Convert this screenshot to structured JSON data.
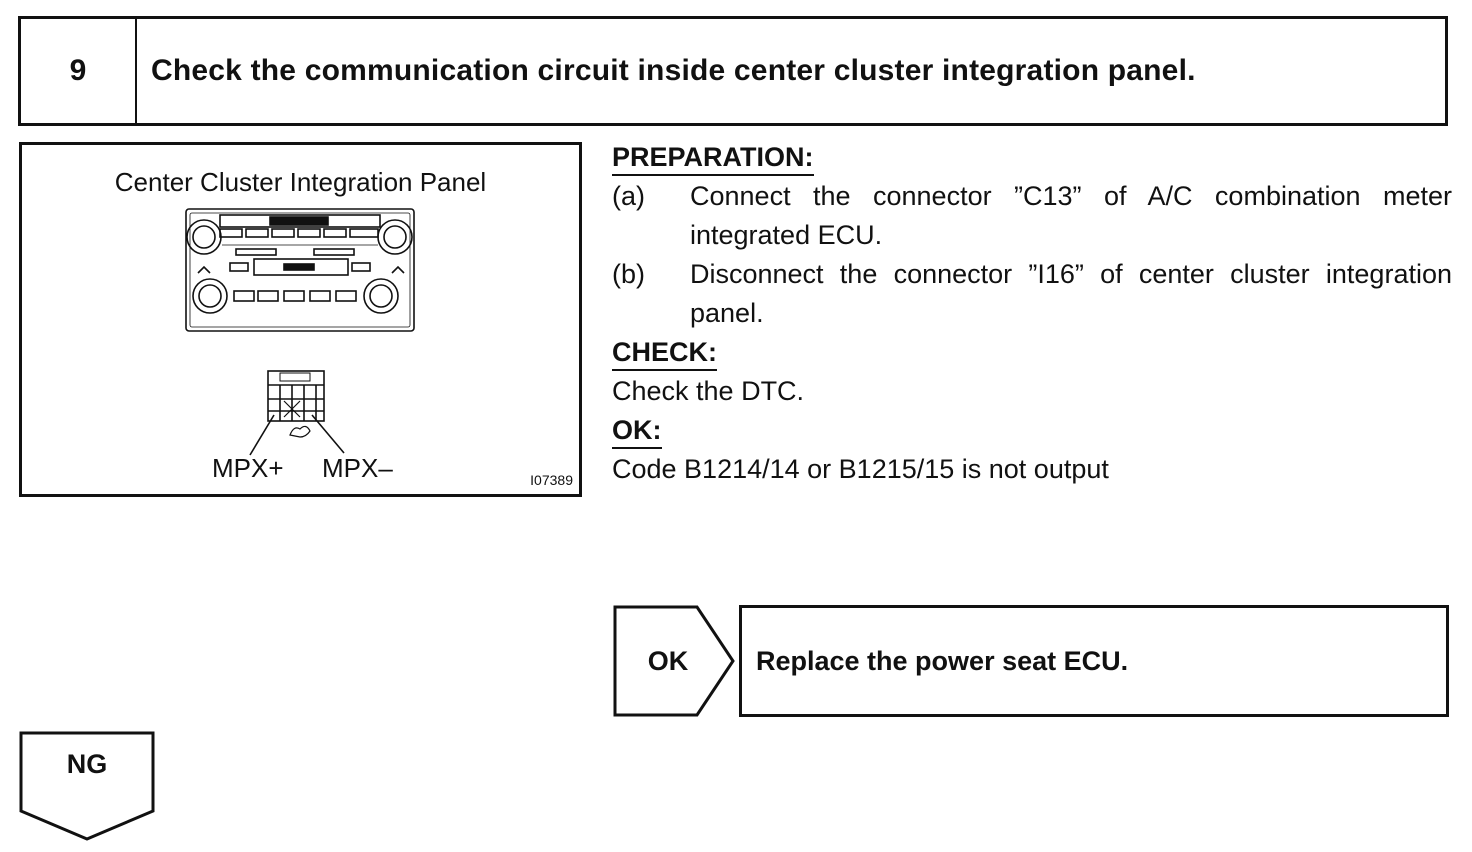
{
  "step": {
    "number": "9",
    "title": "Check the communication circuit inside center cluster integration panel."
  },
  "figure": {
    "caption": "Center Cluster Integration Panel",
    "label_plus": "MPX+",
    "label_minus": "MPX–",
    "code": "I07389"
  },
  "preparation": {
    "heading": "PREPARATION:",
    "items": [
      {
        "key": "(a)",
        "text": "Connect the connector ”C13” of A/C combination meter integrated ECU."
      },
      {
        "key": "(b)",
        "text": "Disconnect the connector ”I16” of center cluster integration panel."
      }
    ]
  },
  "check": {
    "heading": "CHECK:",
    "text": "Check the DTC."
  },
  "ok": {
    "heading": "OK:",
    "text": "Code B1214/14 or B1215/15 is not output"
  },
  "branch_ok": {
    "label": "OK",
    "result": "Replace the power seat ECU."
  },
  "branch_ng": {
    "label": "NG"
  }
}
